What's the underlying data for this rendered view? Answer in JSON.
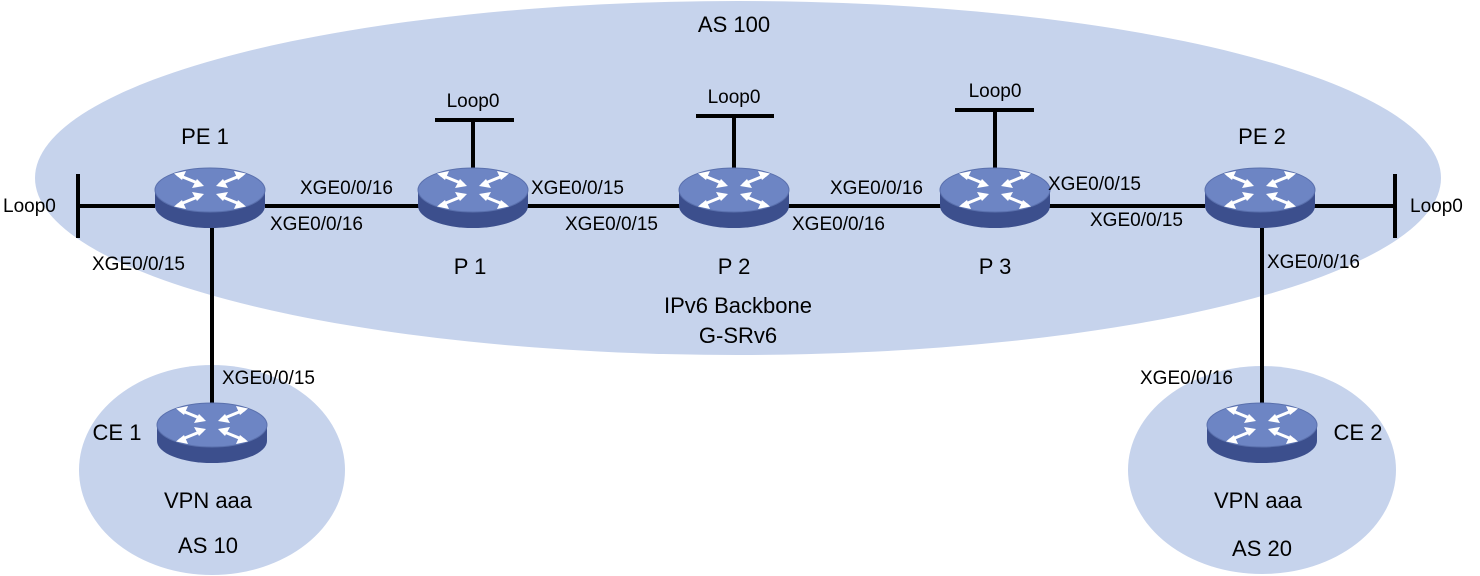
{
  "colors": {
    "region_fill": "#c6d3ec",
    "router_top": "#6d85c4",
    "router_side": "#3c4f8d",
    "router_symbol": "#ffffff",
    "link": "#000000"
  },
  "regions": {
    "backbone": {
      "as_label": "AS 100",
      "network_label": "IPv6 Backbone",
      "tech_label": "G-SRv6"
    },
    "site_left": {
      "vpn_label": "VPN aaa",
      "as_label": "AS 10"
    },
    "site_right": {
      "vpn_label": "VPN aaa",
      "as_label": "AS 20"
    }
  },
  "nodes": {
    "pe1": {
      "name": "PE 1",
      "loopback": "Loop0"
    },
    "p1": {
      "name": "P 1",
      "loopback": "Loop0"
    },
    "p2": {
      "name": "P 2",
      "loopback": "Loop0"
    },
    "p3": {
      "name": "P 3",
      "loopback": "Loop0"
    },
    "pe2": {
      "name": "PE 2",
      "loopback": "Loop0"
    },
    "ce1": {
      "name": "CE 1"
    },
    "ce2": {
      "name": "CE 2"
    }
  },
  "interfaces": {
    "pe1_to_p1": "XGE0/0/16",
    "p1_to_pe1": "XGE0/0/16",
    "p1_to_p2": "XGE0/0/15",
    "p2_to_p1": "XGE0/0/15",
    "p2_to_p3": "XGE0/0/16",
    "p3_to_p2": "XGE0/0/16",
    "p3_to_pe2": "XGE0/0/15",
    "pe2_to_p3": "XGE0/0/15",
    "pe1_to_ce1": "XGE0/0/15",
    "ce1_to_pe1": "XGE0/0/15",
    "pe2_to_ce2": "XGE0/0/16",
    "ce2_to_pe2": "XGE0/0/16"
  }
}
